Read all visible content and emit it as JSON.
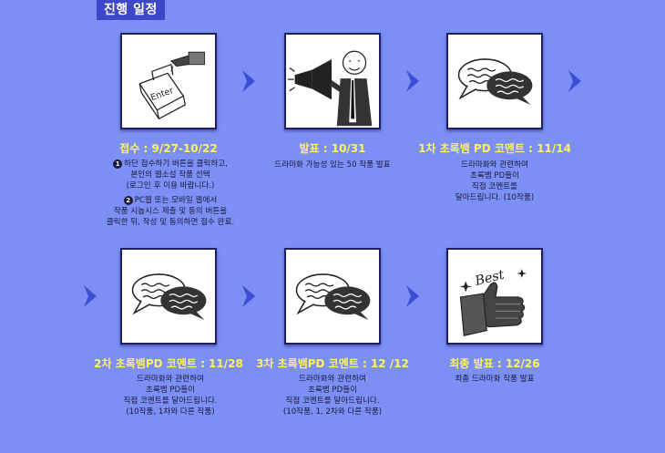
{
  "header": {
    "title": "진행 일정"
  },
  "colors": {
    "background": "#7b8ff4",
    "title_bar": "#3d47c9",
    "step_title": "#fff35a",
    "arrow": "#3a4fd6",
    "card_border": "#1e1e66"
  },
  "steps": [
    {
      "title": "접수 : 9/27-10/22",
      "icon": "enter-key-icon",
      "items": [
        {
          "num": "1",
          "lines": [
            "하단 접수하기 버튼을 클릭하고,",
            "본인의 웹소설 작품 선택",
            "(로그인 후 이용 바랍니다.)"
          ]
        },
        {
          "num": "2",
          "lines": [
            "PC웹 또는 모바일 웹에서",
            "작품 시놉시스 제출 및 동의 버튼을",
            "클릭한 뒤, 작성 및 동의하면 접수 완료."
          ]
        }
      ]
    },
    {
      "title": "발표 : 10/31",
      "icon": "megaphone-icon",
      "lines": [
        "드라마화 가능성 있는 50 작품 발표"
      ]
    },
    {
      "title": "1차 초록뱀 PD 코멘트 : 11/14",
      "icon": "speech-bubbles-icon",
      "lines": [
        "드라마화와 관련하여",
        "초록뱀 PD들이",
        "직접 코멘트를",
        "달아드립니다. (10작품)"
      ]
    },
    {
      "title": "2차 초록뱀PD 코멘트 : 11/28",
      "icon": "speech-bubbles-icon",
      "lines": [
        "드라마화와 관련하여",
        "초록뱀 PD들이",
        "직접 코멘트를 달아드립니다.",
        "(10작품, 1차와 다른 작품)"
      ]
    },
    {
      "title": "3차 초록뱀PD 코멘트 : 12 /12",
      "icon": "speech-bubbles-icon",
      "lines": [
        "드라마화와 관련하여",
        "초록뱀 PD들이",
        "직접 코멘트를 달아드립니다.",
        "(10작품, 1, 2차와 다른 작품)"
      ]
    },
    {
      "title": "최종 발표 : 12/26",
      "icon": "thumbs-up-best-icon",
      "badge_text": "Best",
      "lines": [
        "최종 드라마화 작품 발표"
      ]
    }
  ]
}
